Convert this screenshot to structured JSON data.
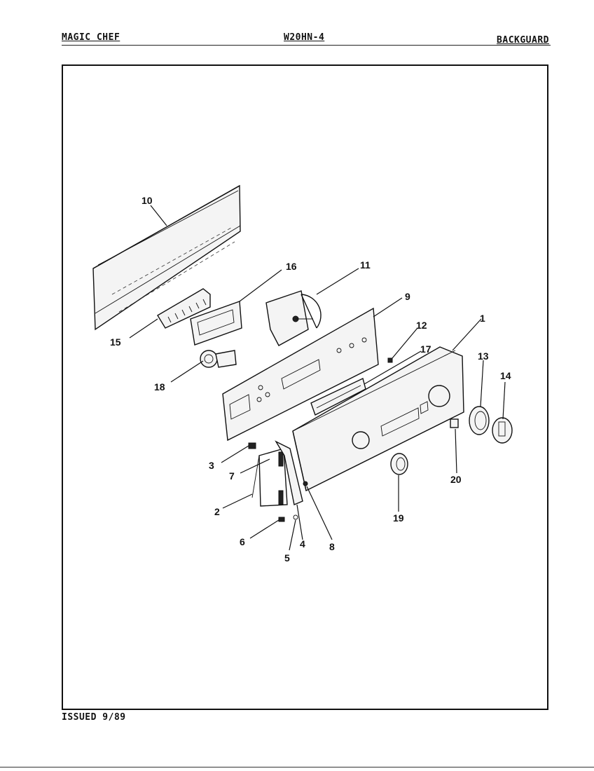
{
  "header": {
    "brand": "MAGIC CHEF",
    "model": "W20HN-4",
    "section": "BACKGUARD"
  },
  "footer": {
    "issued": "ISSUED 9/89"
  },
  "callouts": [
    "1",
    "2",
    "3",
    "4",
    "5",
    "6",
    "7",
    "8",
    "9",
    "10",
    "11",
    "12",
    "13",
    "14",
    "15",
    "16",
    "17",
    "18",
    "19",
    "20"
  ]
}
